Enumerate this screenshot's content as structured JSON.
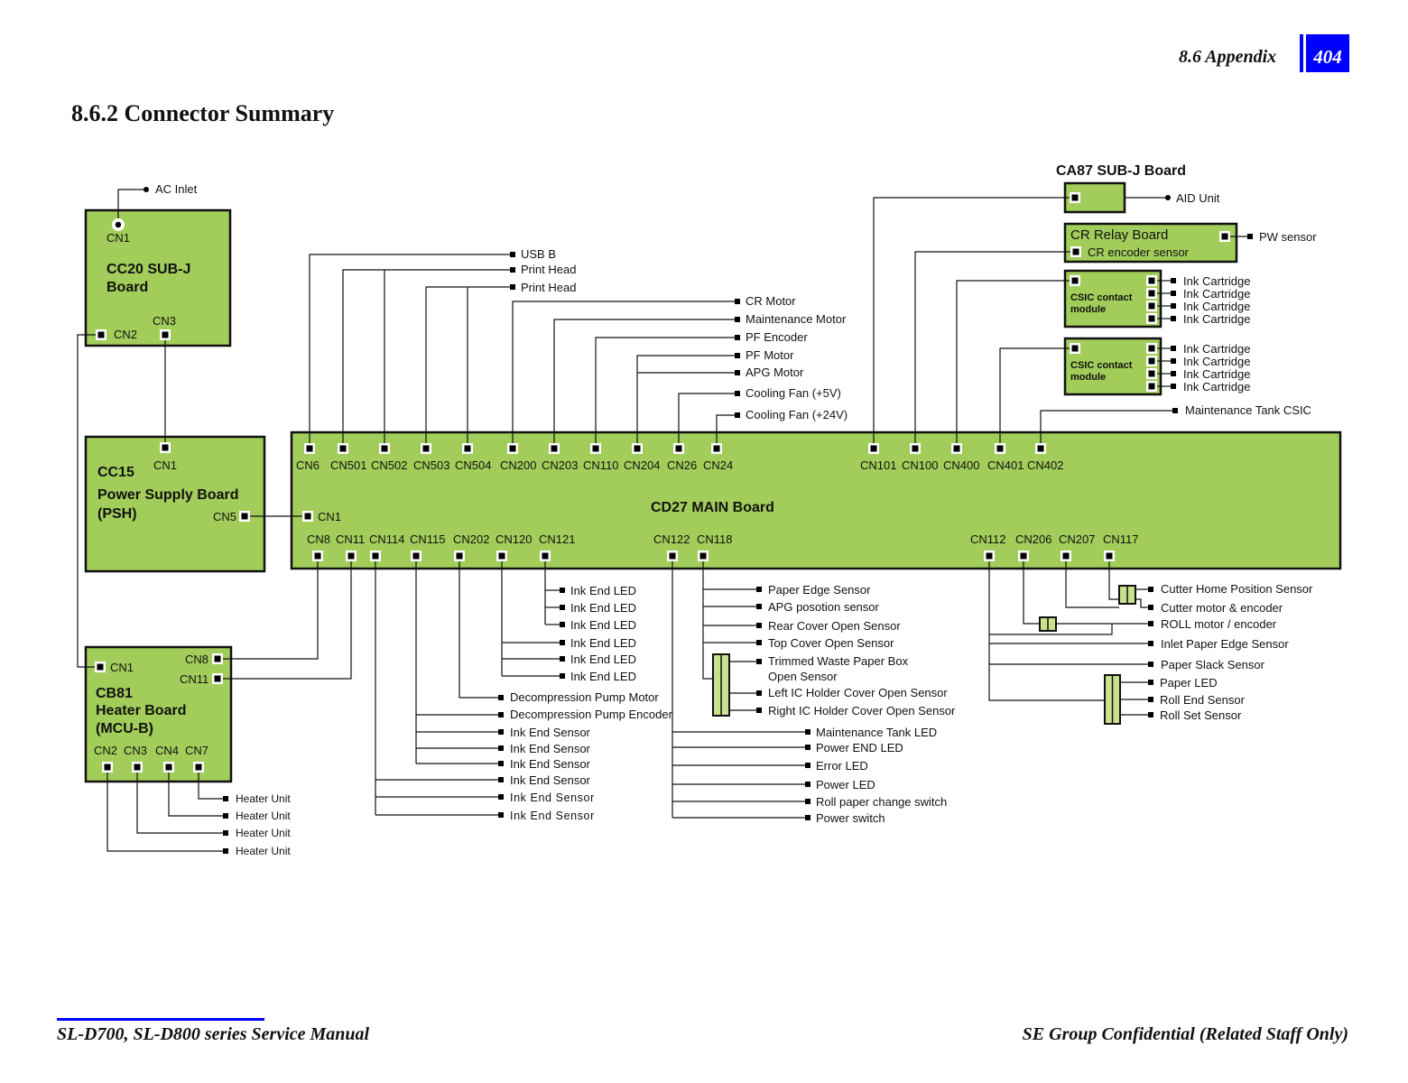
{
  "header": {
    "section": "8.6 Appendix",
    "page": "404"
  },
  "title": "8.6.2  Connector Summary",
  "footer": {
    "left": "SL-D700, SL-D800 series Service Manual",
    "right": "SE Group Confidential (Related Staff Only)"
  },
  "colors": {
    "board": "#a2cd5a",
    "accent": "#0000ff",
    "line": "#111111"
  },
  "boards": {
    "cc20": {
      "title_lines": [
        "CC20 SUB-J",
        "Board"
      ],
      "connectors": [
        "CN1",
        "CN2",
        "CN3"
      ]
    },
    "cc15": {
      "title_lines": [
        "CC15",
        "Power Supply Board",
        "(PSH)"
      ],
      "connectors": [
        "CN1",
        "CN5"
      ]
    },
    "cb81": {
      "title_lines": [
        "CB81",
        "Heater Board",
        "(MCU-B)"
      ],
      "connectors": [
        "CN1",
        "CN8",
        "CN11",
        "CN2",
        "CN3",
        "CN4",
        "CN7"
      ]
    },
    "main": {
      "title": "CD27  MAIN Board",
      "cn1": "CN1",
      "top_connectors": [
        "CN6",
        "CN501",
        "CN502",
        "CN503",
        "CN504",
        "CN200",
        "CN203",
        "CN110",
        "CN204",
        "CN26",
        "CN24",
        "CN101",
        "CN100",
        "CN400",
        "CN401",
        "CN402"
      ],
      "bottom_connectors": [
        "CN8",
        "CN11",
        "CN114",
        "CN115",
        "CN202",
        "CN120",
        "CN121",
        "CN122",
        "CN118",
        "CN112",
        "CN206",
        "CN207",
        "CN117"
      ]
    },
    "ca87": {
      "title": "CA87 SUB-J  Board"
    },
    "cr_relay": {
      "title": "CR Relay Board",
      "sub": "CR encoder sensor"
    },
    "csic1": {
      "title_lines": [
        "CSIC contact",
        "module"
      ]
    },
    "csic2": {
      "title_lines": [
        "CSIC contact",
        "module"
      ]
    }
  },
  "labels": {
    "ac_inlet": "AC Inlet",
    "aid_unit": "AID Unit",
    "pw_sensor": "PW sensor",
    "top_left": [
      "USB B",
      "Print Head",
      "Print Head",
      "CR Motor",
      "Maintenance Motor",
      "PF Encoder",
      "PF Motor",
      "APG Motor",
      "Cooling Fan (+5V)",
      "Cooling Fan (+24V)"
    ],
    "ink_cartridges_1": [
      "Ink Cartridge",
      "Ink Cartridge",
      "Ink Cartridge",
      "Ink Cartridge"
    ],
    "ink_cartridges_2": [
      "Ink Cartridge",
      "Ink Cartridge",
      "Ink Cartridge",
      "Ink Cartridge"
    ],
    "maintenance_tank_csic": "Maintenance Tank CSIC",
    "heater_units": [
      "Heater Unit",
      "Heater Unit",
      "Heater Unit",
      "Heater Unit"
    ],
    "ink_end_led": [
      "Ink End LED",
      "Ink End LED",
      "Ink End LED",
      "Ink End LED",
      "Ink End LED",
      "Ink End LED"
    ],
    "pump": [
      "Decompression Pump Motor",
      "Decompression Pump Encoder"
    ],
    "ink_end_sensor": [
      "Ink End Sensor",
      "Ink End Sensor",
      "Ink End Sensor",
      "Ink End Sensor",
      "Ink End Sensor",
      "Ink End Sensor"
    ],
    "cn118": [
      "Paper Edge Sensor",
      "APG posotion sensor",
      "Rear Cover Open Sensor",
      "Top Cover Open Sensor",
      "Trimmed Waste Paper Box",
      "Open Sensor",
      "Left IC Holder Cover Open Sensor",
      "Right IC Holder Cover Open Sensor"
    ],
    "cn122": [
      "Maintenance Tank LED",
      "Power END LED",
      "Error LED",
      "Power LED",
      "Roll paper change switch",
      "Power switch"
    ],
    "right_bottom": [
      "Cutter Home Position Sensor",
      "Cutter motor & encoder",
      "ROLL motor / encoder",
      "Inlet Paper Edge Sensor",
      "Paper Slack Sensor",
      "Paper LED",
      "Roll End Sensor",
      "Roll Set Sensor"
    ]
  }
}
